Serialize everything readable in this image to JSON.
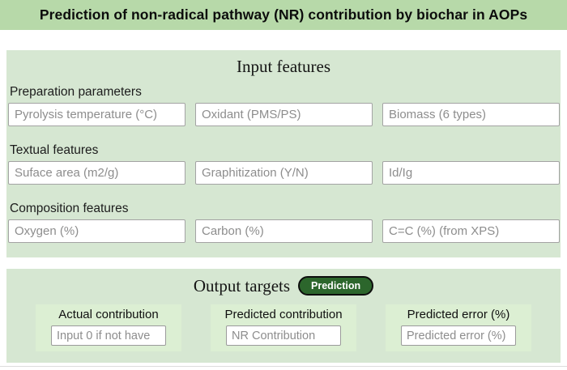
{
  "header": {
    "title": "Prediction of non-radical pathway (NR) contribution by biochar in AOPs"
  },
  "input_section": {
    "title": "Input features",
    "groups": [
      {
        "label": "Preparation parameters",
        "fields": [
          {
            "placeholder": "Pyrolysis temperature (°C)"
          },
          {
            "placeholder": "Oxidant (PMS/PS)"
          },
          {
            "placeholder": "Biomass (6 types)"
          }
        ]
      },
      {
        "label": "Textual features",
        "fields": [
          {
            "placeholder": "Suface area (m2/g)"
          },
          {
            "placeholder": "Graphitization (Y/N)"
          },
          {
            "placeholder": "Id/Ig"
          }
        ]
      },
      {
        "label": "Composition features",
        "fields": [
          {
            "placeholder": "Oxygen (%)"
          },
          {
            "placeholder": "Carbon (%)"
          },
          {
            "placeholder": "C=C (%) (from XPS)"
          }
        ]
      }
    ]
  },
  "output_section": {
    "title": "Output targets",
    "button_label": "Prediction",
    "targets": [
      {
        "label": "Actual contribution",
        "placeholder": "Input 0 if not have"
      },
      {
        "label": "Predicted contribution",
        "placeholder": "NR Contribution"
      },
      {
        "label": "Predicted error (%)",
        "placeholder": "Predicted error (%)"
      }
    ]
  },
  "colors": {
    "header_bg": "#b7d9a9",
    "section_bg": "#d6e7d2",
    "target_panel_bg": "#dcefd3",
    "prediction_button_bg": "#2c662c",
    "prediction_button_text": "#ffffff",
    "input_border": "#a3a3a3",
    "placeholder_text": "#8d8d8d"
  }
}
